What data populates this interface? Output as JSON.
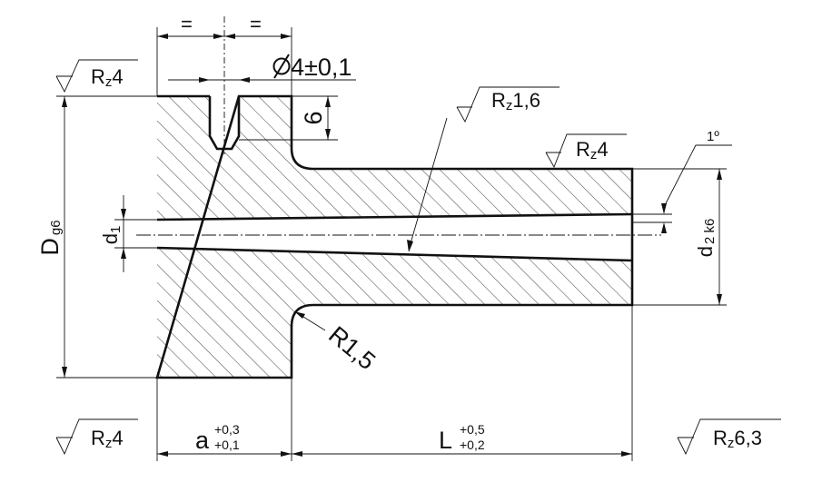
{
  "labels": {
    "equal_left": "=",
    "equal_right": "=",
    "hole_dia": "4±0,1",
    "hole_depth": "6",
    "rz_top_left": {
      "base": "R",
      "sub": "z",
      "value": "4"
    },
    "rz_bore": {
      "base": "R",
      "sub": "z",
      "value": "1,6"
    },
    "rz_shaft": {
      "base": "R",
      "sub": "z",
      "value": "4"
    },
    "rz_bottom_left": {
      "base": "R",
      "sub": "z",
      "value": "4"
    },
    "rz_bottom_right": {
      "base": "R",
      "sub": "z",
      "value": "6,3"
    },
    "angle": "1º",
    "D_main": "D",
    "D_sub": "g6",
    "d1_main": "d",
    "d1_sub": "1",
    "d2_main": "d",
    "d2_sub": "2 k6",
    "radius": "R1,5",
    "a_main": "a",
    "a_upper": "+0,3",
    "a_lower": "+0,1",
    "L_main": "L",
    "L_upper": "+0,5",
    "L_lower": "+0,2"
  },
  "colors": {
    "line": "#111111",
    "background": "#ffffff"
  }
}
